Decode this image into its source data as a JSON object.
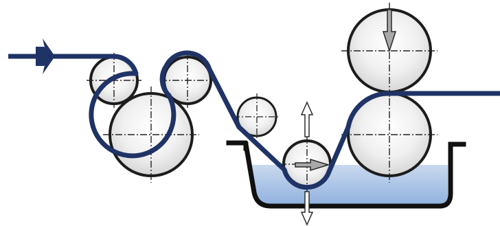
{
  "colors": {
    "web": "#1f3366",
    "roller_outline": "#1c1c1c",
    "roller_fill_center": "#ffffff",
    "roller_fill_edge": "#d6d6d6",
    "liquid_top": "#c9d9ee",
    "liquid_bottom": "#8fb0de",
    "tray": "#111111",
    "arrow_fill": "#a9a9a9",
    "arrow_stroke": "#2a2a2a"
  },
  "icons": {
    "feed": "feed-arrow-icon",
    "dancer": "four-way-arrow-icon",
    "press": "down-arrow-icon"
  },
  "diagram": {
    "rollers": [
      {
        "name": "entry-guide-roller",
        "web_wrapped": false
      },
      {
        "name": "large-lower-roller",
        "web_wrapped": true
      },
      {
        "name": "upper-right-guide-roller",
        "web_wrapped": true
      },
      {
        "name": "small-idler-roller",
        "web_wrapped": false
      },
      {
        "name": "immersion-dancer-roller",
        "web_wrapped": false
      },
      {
        "name": "applicator-roller",
        "web_wrapped": true
      },
      {
        "name": "nip-press-roller",
        "web_wrapped": false
      }
    ],
    "tray": {
      "name": "liquid-tray",
      "filled": true
    }
  }
}
